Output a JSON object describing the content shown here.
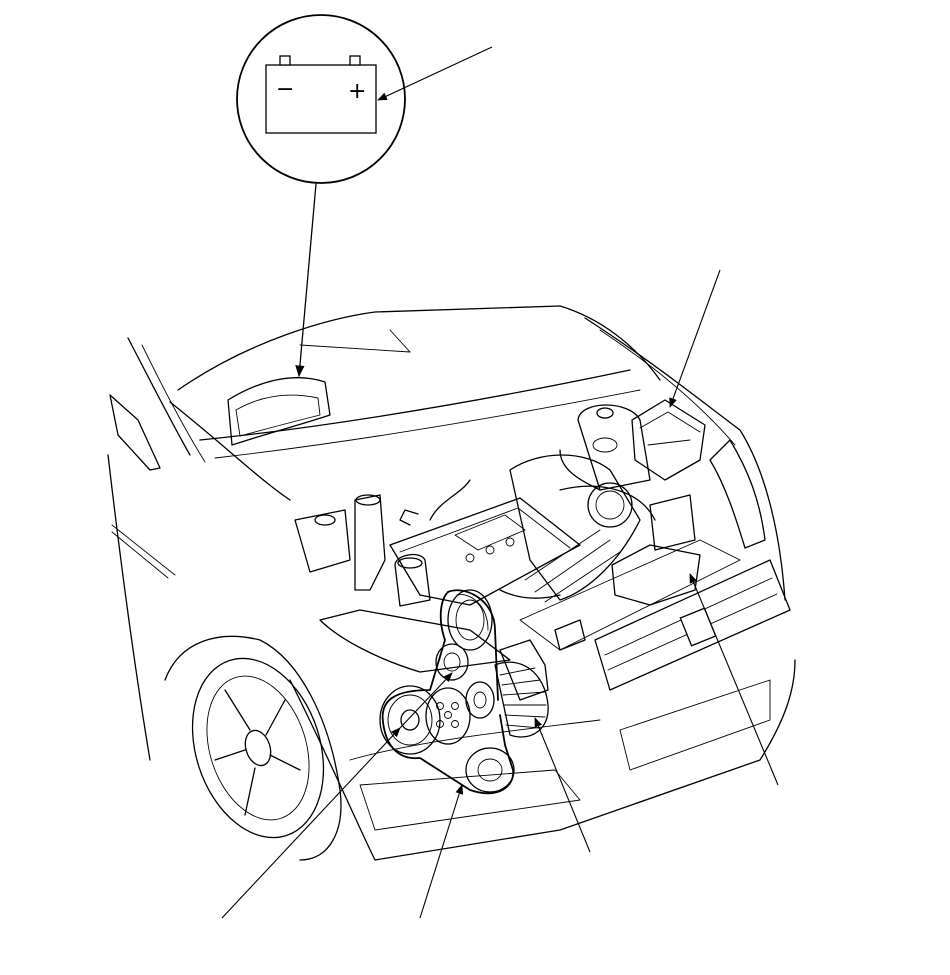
{
  "diagram": {
    "battery_symbol": {
      "icon": "battery-icon",
      "negative_sign": "−",
      "positive_sign": "+"
    },
    "callouts": [
      {
        "id": "battery-callout",
        "target": "battery"
      },
      {
        "id": "fuse-box-callout",
        "target": "fuse-box"
      },
      {
        "id": "engine-mount-callout",
        "target": "engine-mount"
      },
      {
        "id": "alternator-callout",
        "target": "alternator"
      },
      {
        "id": "drive-belt-callout",
        "target": "drive-belt"
      },
      {
        "id": "crank-pulley-callout",
        "target": "crank-pulley"
      }
    ]
  }
}
